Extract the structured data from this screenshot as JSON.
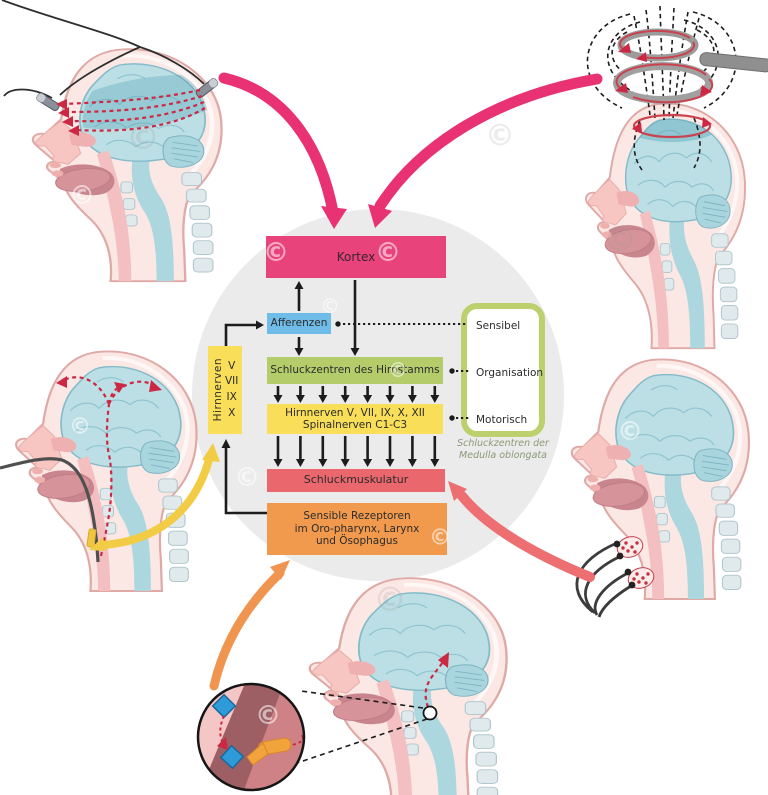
{
  "diagram": {
    "boxes": {
      "kortex": "Kortex",
      "afferenzen": "Afferenzen",
      "hirnstamm": "Schluckzentren des Hirnstamms",
      "nerven_line1": "Hirnnerven V, VII, IX, X, XII",
      "nerven_line2": "Spinalnerven C1-C3",
      "muskulatur": "Schluckmuskulatur",
      "rezeptoren_line1": "Sensible Rezeptoren",
      "rezeptoren_line2": "im Oro-pharynx, Larynx",
      "rezeptoren_line3": "und Ösophagus"
    },
    "side_box": {
      "label": "Hirnnerven",
      "nerves": [
        "V",
        "VII",
        "IX",
        "X"
      ]
    },
    "function_box": {
      "items": [
        "Sensibel",
        "Organisation",
        "Motorisch"
      ]
    },
    "caption_line1": "Schluckzentren der",
    "caption_line2": "Medulla oblongata"
  },
  "colors": {
    "kortex": "#E8437B",
    "afferenzen": "#6FBCE9",
    "hirnstamm": "#B5CC6B",
    "nerven": "#F8DE59",
    "muskulatur": "#EA686D",
    "rezeptoren": "#F19A4D",
    "side_box": "#F8DE59",
    "function_border": "#BCD06E",
    "arrow_pink": "#E93272",
    "arrow_salmon": "#ED6F72",
    "arrow_yellow": "#F2CC45",
    "arrow_orange": "#F0954F",
    "background_circle": "#EBEBEB"
  },
  "watermark": "©"
}
